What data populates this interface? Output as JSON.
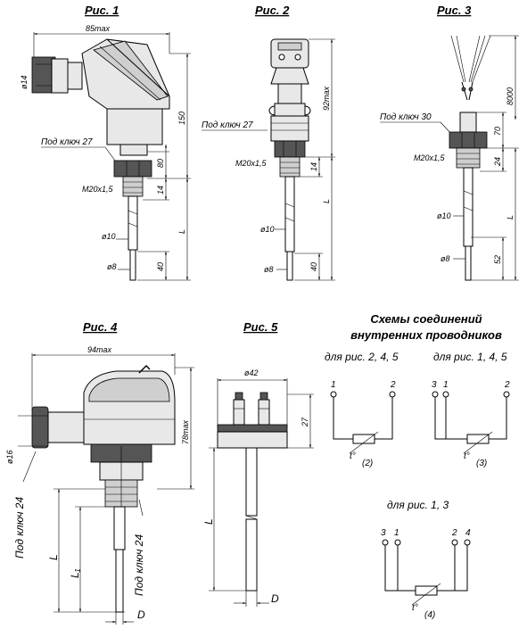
{
  "figures": {
    "fig1": {
      "title": "Рис. 1",
      "overall": "85max",
      "head_dia": "ø14",
      "height": "150",
      "wrench": "Под ключ 27",
      "dim80": "80",
      "thread": "M20x1,5",
      "dim14": "14",
      "d10": "ø10",
      "L": "L",
      "d8": "ø8",
      "dim40": "40"
    },
    "fig2": {
      "title": "Рис. 2",
      "height": "92max",
      "wrench": "Под ключ 27",
      "thread": "M20x1,5",
      "dim14": "14",
      "L": "L",
      "d10": "ø10",
      "d8": "ø8",
      "dim40": "40"
    },
    "fig3": {
      "title": "Рис. 3",
      "lead": "8000",
      "wrench": "Под ключ 30",
      "dim70": "70",
      "thread": "M20x1,5",
      "dim24": "24",
      "d10": "ø10",
      "L": "L",
      "d8": "ø8",
      "dim52": "52"
    },
    "fig4": {
      "title": "Рис. 4",
      "overall": "94max",
      "height": "78max",
      "d16": "ø16",
      "wrench_left": "Под ключ 24",
      "wrench_right": "Под ключ 24",
      "L": "L",
      "L1": "L₁",
      "D": "D"
    },
    "fig5": {
      "title": "Рис. 5",
      "d42": "ø42",
      "dim27": "27",
      "L": "L",
      "D": "D"
    }
  },
  "schemes": {
    "heading_line1": "Схемы соединений",
    "heading_line2": "внутренних проводников",
    "s2": {
      "caption": "для рис. 2, 4, 5",
      "t1": "1",
      "t2": "2",
      "temp": "t°",
      "note": "(2)"
    },
    "s3": {
      "caption": "для рис. 1, 4, 5",
      "t3": "3",
      "t1": "1",
      "t2": "2",
      "temp": "t°",
      "note": "(3)"
    },
    "s4": {
      "caption": "для рис. 1, 3",
      "t3": "3",
      "t1": "1",
      "t2": "2",
      "t4": "4",
      "temp": "t°",
      "note": "(4)"
    }
  }
}
